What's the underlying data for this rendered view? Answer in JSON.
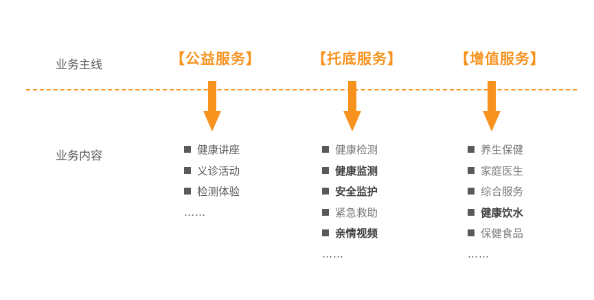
{
  "colors": {
    "accent": "#f7921e",
    "text": "#595959",
    "bullet": "#595959"
  },
  "row_labels": {
    "main_line": "业务主线",
    "content": "业务内容"
  },
  "columns": [
    {
      "title": "【公益服务】",
      "items": [
        {
          "text": "健康讲座",
          "weight": "normal"
        },
        {
          "text": "义诊活动",
          "weight": "normal"
        },
        {
          "text": "检测体验",
          "weight": "normal"
        }
      ],
      "ellipsis": "……"
    },
    {
      "title": "【托底服务】",
      "items": [
        {
          "text": "健康检测",
          "weight": "light"
        },
        {
          "text": "健康监测",
          "weight": "bold"
        },
        {
          "text": "安全监护",
          "weight": "bold"
        },
        {
          "text": "紧急救助",
          "weight": "light"
        },
        {
          "text": "亲情视频",
          "weight": "bold"
        }
      ],
      "ellipsis": "……"
    },
    {
      "title": "【增值服务】",
      "items": [
        {
          "text": "养生保健",
          "weight": "light"
        },
        {
          "text": "家庭医生",
          "weight": "light"
        },
        {
          "text": " 综合服务",
          "weight": "light"
        },
        {
          "text": "健康饮水",
          "weight": "bold"
        },
        {
          "text": "保健食品",
          "weight": "light"
        }
      ],
      "ellipsis": "……"
    }
  ]
}
